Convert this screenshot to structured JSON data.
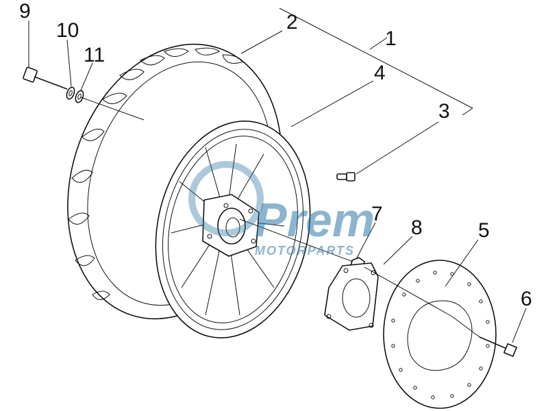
{
  "diagram": {
    "callouts": {
      "c1": "1",
      "c2": "2",
      "c3": "3",
      "c4": "4",
      "c5": "5",
      "c6": "6",
      "c7": "7",
      "c8": "8",
      "c9": "9",
      "c10": "10",
      "c11": "11"
    },
    "watermark": {
      "brand": "Prem",
      "subtitle": "MOTORPARTS",
      "color": "#2f78a8"
    }
  }
}
